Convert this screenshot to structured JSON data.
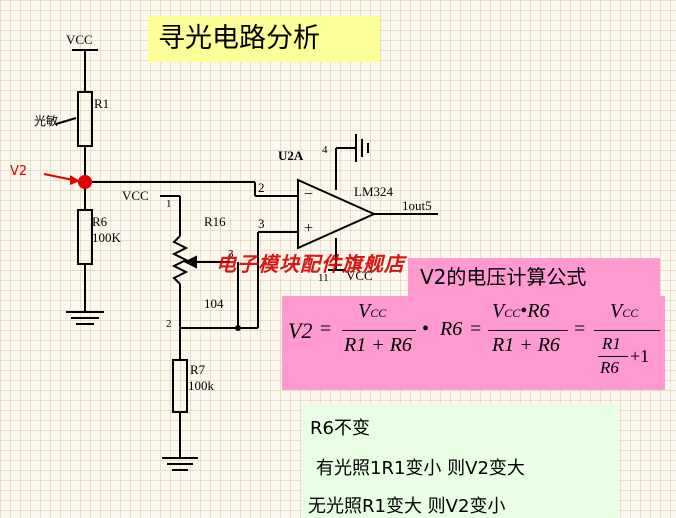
{
  "title": "寻光电路分析",
  "schematic": {
    "vcc_top": "VCC",
    "vcc_mid": "VCC",
    "vcc_u2a": "VCC",
    "light_sensor": "光敏",
    "r1": "R1",
    "v2": "V2",
    "r6": "R6",
    "r6_value": "100K",
    "r16": "R16",
    "r16_value": "104",
    "r7": "R7",
    "r7_value": "100k",
    "u2a": "U2A",
    "opamp": "LM324",
    "output": "1out5",
    "pin_2": "2",
    "pin_3": "3",
    "pin_4": "4",
    "pin_11": "11",
    "pot_pin_1": "1",
    "pot_pin_2": "2",
    "pot_pin_3": "3",
    "minus_sign": "−",
    "plus_sign": "+",
    "watermark": "电子模块配件旗舰店"
  },
  "formula": {
    "heading": "V2的电压计算公式",
    "lhs": "V2",
    "equals": "=",
    "vcc": "V",
    "vcc_sub": "CC",
    "den1": "R1 + R6",
    "dot": "•",
    "r6": "R6",
    "r1": "R1",
    "plus_one": "+1"
  },
  "notes": {
    "line1": "R6不变",
    "line2": "有光照1R1变小 则V2变大",
    "line3": "无光照R1变大 则V2变小"
  },
  "colors": {
    "grid_bg": "#fbf8ef",
    "title_bg": "#ffff99",
    "formula_bg": "#ff9ad1",
    "notes_bg": "#e9ffe3",
    "accent_red": "#d40000"
  }
}
